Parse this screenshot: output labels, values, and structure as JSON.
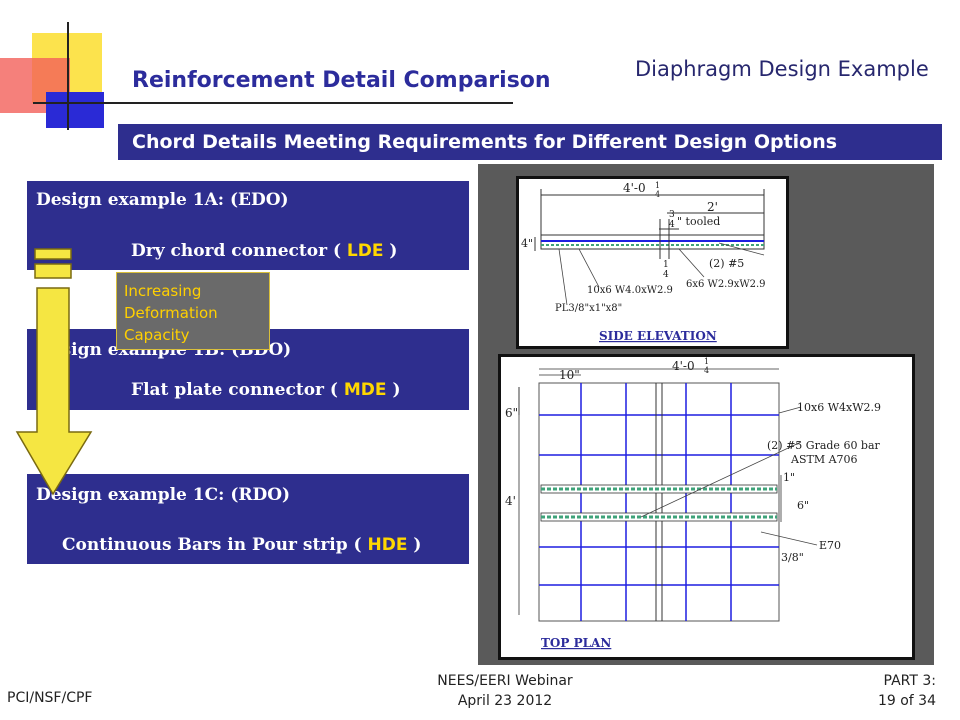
{
  "header": {
    "title": "Reinforcement Detail Comparison",
    "subtitle": "Diaphragm Design Example"
  },
  "chord_bar": "Chord Details Meeting Requirements for Different  Design Options",
  "designs": [
    {
      "heading": "Design example 1A: (EDO)",
      "detail_prefix": "Dry chord connector ( ",
      "code": "LDE",
      "detail_suffix": " )"
    },
    {
      "heading": "Design example 1B: (BDO)",
      "detail_prefix": "Flat plate connector ( ",
      "code": "MDE",
      "detail_suffix": " )"
    },
    {
      "heading": "Design example 1C: (RDO)",
      "detail_prefix": "Continuous Bars in Pour strip ( ",
      "code": "HDE",
      "detail_suffix": " )"
    }
  ],
  "callout": {
    "line1": "Increasing",
    "line2": "Deformation",
    "line3": "Capacity"
  },
  "side_elevation": {
    "caption": "SIDE ELEVATION",
    "dim_width": "4'-0",
    "dim_width_frac_num": "1",
    "dim_width_frac_den": "4",
    "dim_2ft": "2'",
    "tooled_num": "3",
    "tooled_den": "4",
    "tooled": "\" tooled",
    "dim_4in": "4\"",
    "frac_num": "1",
    "frac_den": "4",
    "bar": "(2) #5",
    "mesh1": "10x6 W4.0xW2.9",
    "mesh2": "6x6 W2.9xW2.9",
    "plate": "PL3/8\"x1\"x8\""
  },
  "top_plan": {
    "caption": "TOP PLAN",
    "dim_10": "10\"",
    "dim_width": "4'-0",
    "dim_width_frac_num": "1",
    "dim_width_frac_den": "4",
    "dim_6": "6\"",
    "dim_4ft": "4'",
    "mesh": "10x6 W4xW2.9",
    "bar_line1": "(2) #5 Grade 60 bar",
    "bar_line2": "ASTM A706",
    "dim_1": "1\"",
    "dim_6b": "6\"",
    "weld": "E70",
    "dim_38": "3/8\""
  },
  "footer": {
    "left": "PCI/NSF/CPF",
    "mid_line1": "NEES/EERI Webinar",
    "mid_line2": "April 23 2012",
    "right_line1": "PART 3:",
    "right_line2": "19 of 34"
  },
  "colors": {
    "title": "#2c2c9c",
    "box_bg": "#2e2e8e",
    "code": "#ffd700",
    "arrow": "#f5e642",
    "rebar": "#1e1ee0"
  }
}
